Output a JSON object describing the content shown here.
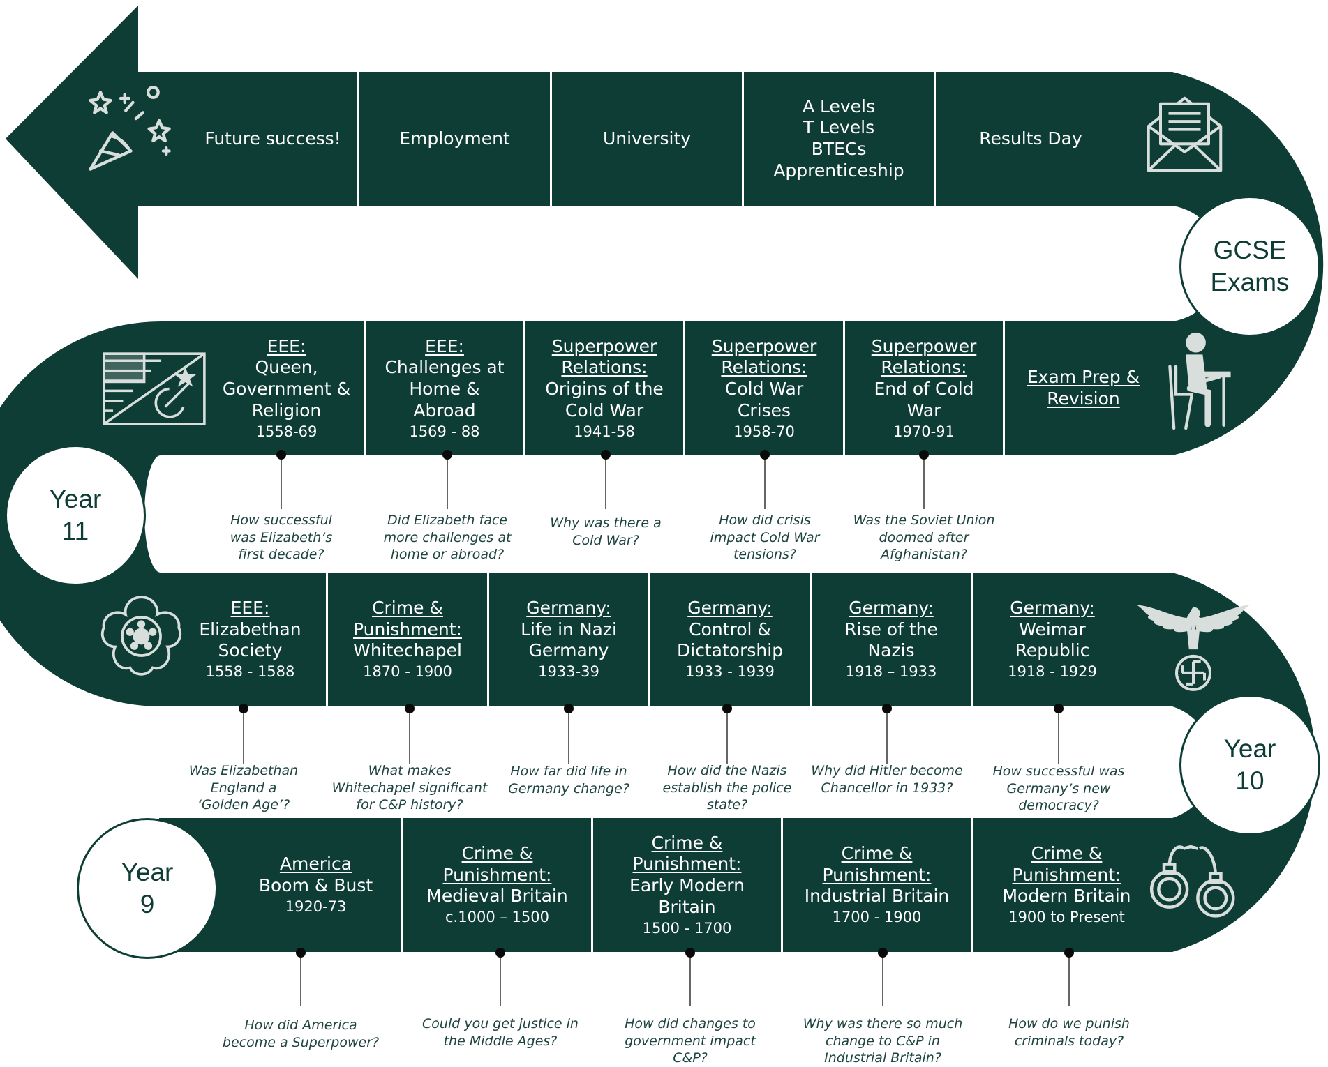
{
  "colors": {
    "track": "#0e3d36",
    "text_light": "#ffffff",
    "question": "#1e4440",
    "pin": "#0a0a0a"
  },
  "top_row": [
    {
      "label": "Future success!"
    },
    {
      "label": "Employment"
    },
    {
      "label": "University"
    },
    {
      "label": "A Levels\nT Levels\nBTECs\nApprenticeship"
    },
    {
      "label": "Results Day"
    }
  ],
  "milestones": {
    "gcse": "GCSE\nExams",
    "year11": "Year\n11",
    "year10": "Year\n10",
    "year9": "Year\n9"
  },
  "year11_row": [
    {
      "title": "EEE:",
      "subtitle": "Queen,\nGovernment &\nReligion",
      "dates": "1558-69",
      "question": "How successful\nwas Elizabeth’s\nfirst decade?"
    },
    {
      "title": "EEE:",
      "subtitle": "Challenges at\nHome &\nAbroad",
      "dates": "1569 - 88",
      "question": "Did Elizabeth face\nmore challenges at\nhome or abroad?"
    },
    {
      "title": "Superpower\nRelations:",
      "subtitle": "Origins of the\nCold War",
      "dates": "1941-58",
      "question": "Why was there a\nCold War?"
    },
    {
      "title": "Superpower\nRelations:",
      "subtitle": "Cold War\nCrises",
      "dates": "1958-70",
      "question": "How did crisis\nimpact Cold War\ntensions?"
    },
    {
      "title": "Superpower\nRelations:",
      "subtitle": "End of Cold\nWar",
      "dates": "1970-91",
      "question": "Was the Soviet Union\ndoomed after\nAfghanistan?"
    },
    {
      "title": "Exam Prep &\nRevision"
    }
  ],
  "year10_row": [
    {
      "title": "EEE:",
      "subtitle": "Elizabethan\nSociety",
      "dates": "1558 - 1588",
      "question": "Was Elizabethan\nEngland a\n‘Golden Age’?"
    },
    {
      "title": "Crime &\nPunishment:",
      "subtitle": "Whitechapel",
      "dates": "1870 - 1900",
      "question": "What makes\nWhitechapel significant\nfor C&P history?"
    },
    {
      "title": "Germany:",
      "subtitle": "Life in Nazi\nGermany",
      "dates": "1933-39",
      "question": "How far did life in\nGermany change?"
    },
    {
      "title": "Germany:",
      "subtitle": "Control &\nDictatorship",
      "dates": "1933 - 1939",
      "question": "How did the Nazis\nestablish the police\nstate?"
    },
    {
      "title": "Germany:",
      "subtitle": "Rise of the\nNazis",
      "dates": "1918 – 1933",
      "question": "Why did Hitler become\nChancellor in 1933?"
    },
    {
      "title": "Germany:",
      "subtitle": "Weimar\nRepublic",
      "dates": "1918 - 1929",
      "question": "How successful was\nGermany’s new\ndemocracy?"
    }
  ],
  "year9_row": [
    {
      "title": "America",
      "subtitle": "Boom & Bust",
      "dates": "1920-73",
      "question": "How did America\nbecome a Superpower?"
    },
    {
      "title": "Crime &\nPunishment:",
      "subtitle": "Medieval Britain",
      "dates": "c.1000 – 1500",
      "question": "Could you get justice in\nthe Middle Ages?"
    },
    {
      "title": "Crime &\nPunishment:",
      "subtitle": "Early Modern\nBritain",
      "dates": "1500 - 1700",
      "question": "How did changes to\ngovernment impact\nC&P?"
    },
    {
      "title": "Crime &\nPunishment:",
      "subtitle": "Industrial Britain",
      "dates": "1700 - 1900",
      "question": "Why was there so much\nchange to C&P in\nIndustrial Britain?"
    },
    {
      "title": "Crime &\nPunishment:",
      "subtitle": "Modern Britain",
      "dates": "1900 to Present",
      "question": "How do we punish\ncriminals today?"
    }
  ],
  "icons": [
    "party-popper-icon",
    "envelope-letter-icon",
    "student-at-desk-icon",
    "flags-usa-ussr-icon",
    "tudor-rose-icon",
    "eagle-emblem-icon",
    "handcuffs-icon"
  ]
}
